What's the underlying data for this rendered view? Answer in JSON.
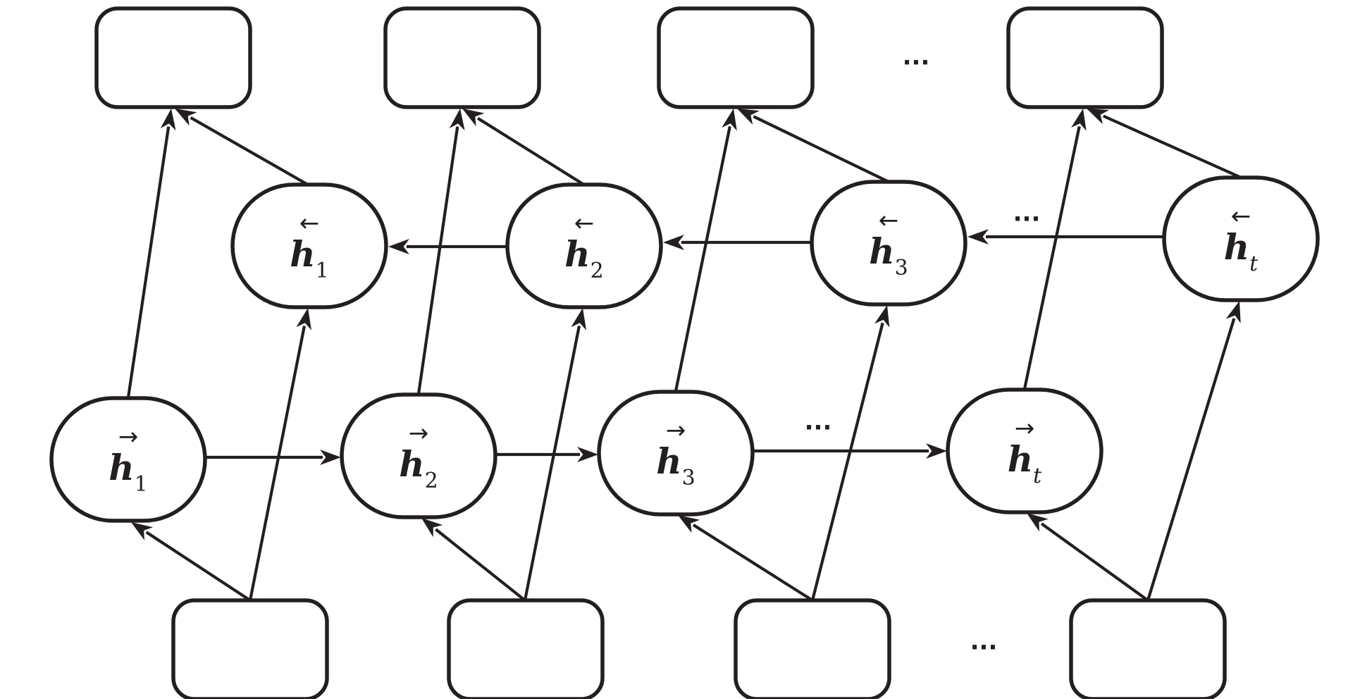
{
  "forward_states": [
    {
      "symbol": "h",
      "arrow": "→",
      "subscript": "1"
    },
    {
      "symbol": "h",
      "arrow": "→",
      "subscript": "2"
    },
    {
      "symbol": "h",
      "arrow": "→",
      "subscript": "3"
    },
    {
      "symbol": "h",
      "arrow": "→",
      "subscript": "t"
    }
  ],
  "backward_states": [
    {
      "symbol": "h",
      "arrow": "←",
      "subscript": "1"
    },
    {
      "symbol": "h",
      "arrow": "←",
      "subscript": "2"
    },
    {
      "symbol": "h",
      "arrow": "←",
      "subscript": "3"
    },
    {
      "symbol": "h",
      "arrow": "←",
      "subscript": "t"
    }
  ],
  "ellipsis": "···"
}
